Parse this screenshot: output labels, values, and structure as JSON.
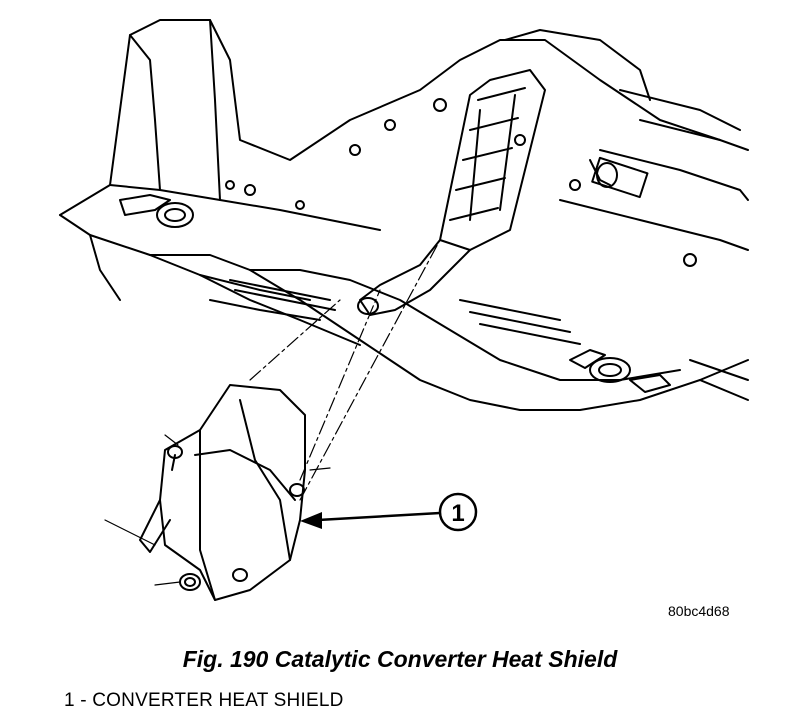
{
  "figure": {
    "image_code": "80bc4d68",
    "caption": "Fig. 190 Catalytic Converter Heat Shield",
    "callouts": [
      {
        "number": "1",
        "label": "1 - CONVERTER HEAT SHIELD"
      }
    ]
  }
}
